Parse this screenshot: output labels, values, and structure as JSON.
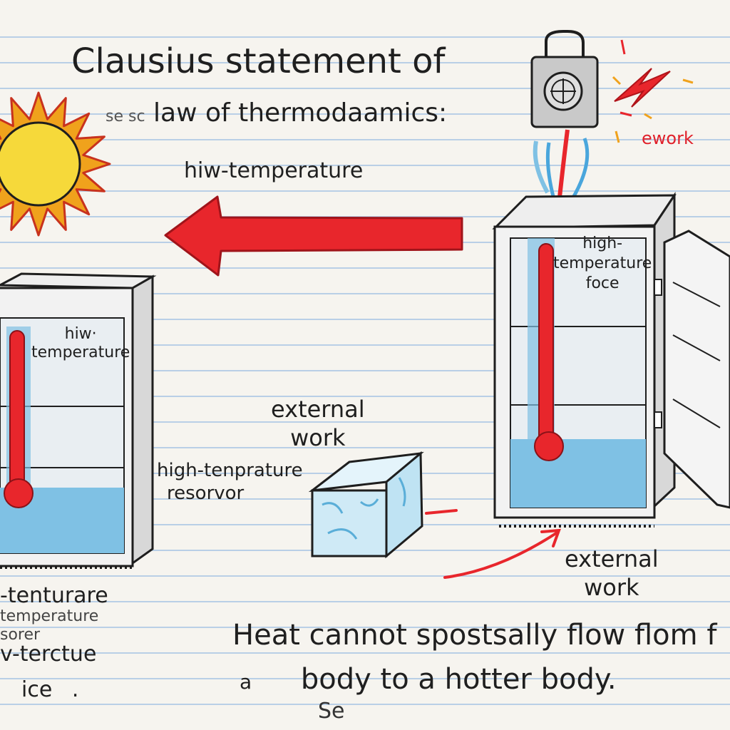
{
  "title": {
    "line1": "Clausius statement of",
    "line2_prefix": "se sc",
    "line2": "law of thermodaamics:"
  },
  "labels": {
    "arrow_label": "hiw-temperature",
    "left_fridge_label_1": "hiw·",
    "left_fridge_label_2": "temperature",
    "right_fridge_label_1": "high-",
    "right_fridge_label_2": "temperature",
    "right_fridge_label_3": "foce",
    "external_work_1_a": "external",
    "external_work_1_b": "work",
    "reservoir_a": "high-tenprature",
    "reservoir_b": "resorvor",
    "external_work_2_a": "external",
    "external_work_2_b": "work",
    "ework": "ework",
    "bottom_left_1": "-tenturare",
    "bottom_left_2": "temperature",
    "bottom_left_3": "sorer",
    "bottom_left_4": "v-terctue",
    "bottom_left_5": "ice",
    "bottom_left_5_dot": ".",
    "se_mark": "Se"
  },
  "statement": {
    "line1": "Heat cannot spostsally flow flom f",
    "line2_prefix": "a",
    "line2": "body to a hotter body."
  },
  "colors": {
    "paper": "#f6f4ef",
    "ruled_line": "#b9cfe6",
    "ink": "#1e1e1e",
    "arrow_red": "#e8262c",
    "water_blue": "#7fc1e4",
    "ice_blue": "#cfeaf6",
    "sun_yellow": "#f6d93a",
    "sun_ray": "#f0a21c"
  },
  "icons": {
    "sun": "sun-icon",
    "padlock": "padlock-icon",
    "big_arrow": "arrow-left-icon",
    "fridge_left": "fridge-icon",
    "fridge_right": "fridge-open-icon",
    "thermometer": "thermometer-icon",
    "ice_cube": "ice-cube-icon",
    "spark": "lightning-icon"
  }
}
